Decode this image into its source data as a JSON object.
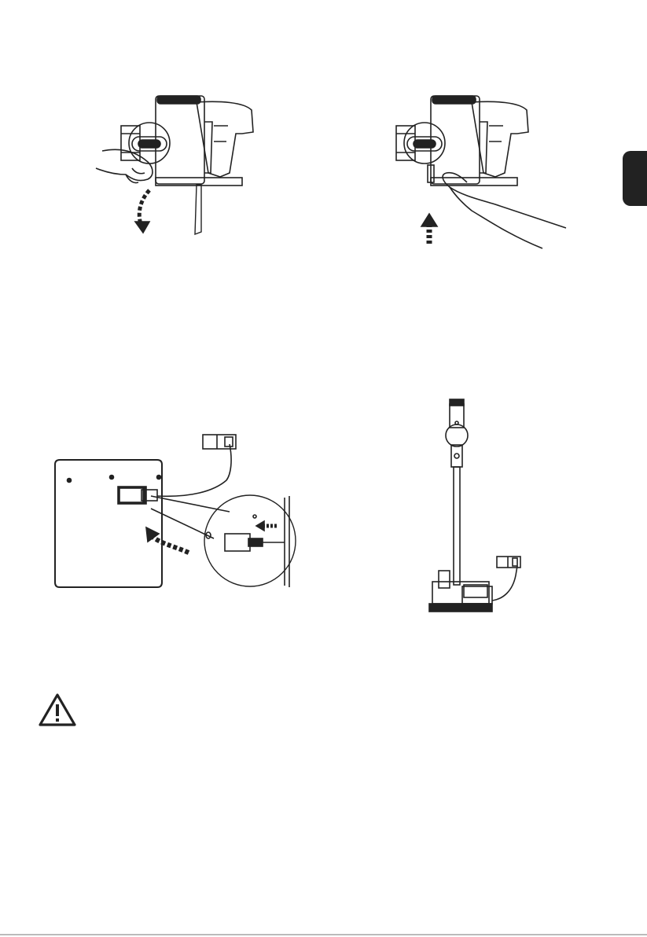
{
  "page": {
    "colors": {
      "ink": "#222222",
      "paper": "#ffffff",
      "tab": "#222222"
    }
  },
  "figures": [
    {
      "name": "open-dust-bin-figure",
      "icon": "hand-pulling-latch-down"
    },
    {
      "name": "close-dust-bin-figure",
      "icon": "hand-pushing-cover-up"
    },
    {
      "name": "wall-bracket-charger-figure",
      "icon": "wall-mount-with-plug-and-zoom"
    },
    {
      "name": "charging-stand-figure",
      "icon": "vacuum-on-charging-stand"
    }
  ],
  "warning": {
    "icon": "warning-triangle-icon"
  }
}
